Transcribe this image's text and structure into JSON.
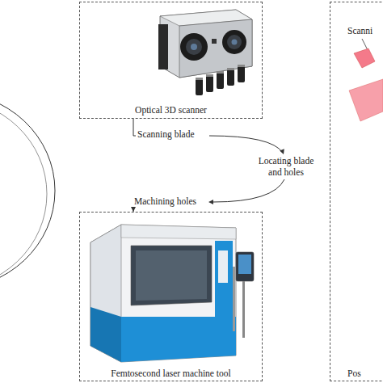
{
  "diagram": {
    "nodes": [
      {
        "text": [
          "Optical 3D scanner"
        ]
      },
      {
        "text": [
          "Femtosecond laser machine tool"
        ]
      },
      {
        "text": [
          "Scanni",
          "Pos"
        ]
      }
    ],
    "edges": [
      {
        "from": 0,
        "to": 1,
        "arrow": "to",
        "label": "Locating blade and holes"
      }
    ],
    "labels": [
      "Scanning blade",
      "Machining holes"
    ]
  }
}
